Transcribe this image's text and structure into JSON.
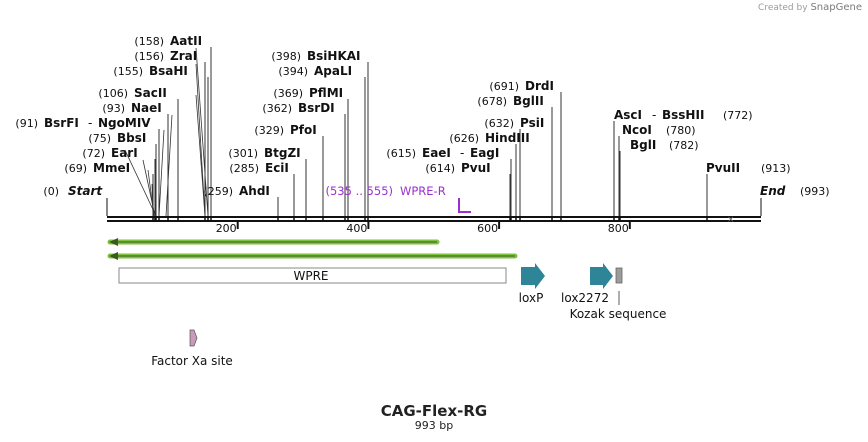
{
  "credit": {
    "prefix": "Created by",
    "brand": "SnapGene"
  },
  "plasmid": {
    "name": "CAG-Flex-RG",
    "length_label": "993 bp",
    "length": 993
  },
  "ends": [
    {
      "pos": "(0)",
      "name": "Start"
    },
    {
      "pos": "(993)",
      "name": "End"
    }
  ],
  "enzymes": [
    {
      "pos": "(158)",
      "name": "AatII"
    },
    {
      "pos": "(156)",
      "name": "ZraI"
    },
    {
      "pos": "(155)",
      "name": "BsaHI"
    },
    {
      "pos": "(106)",
      "name": "SacII"
    },
    {
      "pos": "(93)",
      "name": "NaeI"
    },
    {
      "pos": "(91)",
      "name": "BsrFI",
      "name2": "NgoMIV"
    },
    {
      "pos": "(75)",
      "name": "BbsI"
    },
    {
      "pos": "(72)",
      "name": "EarI"
    },
    {
      "pos": "(69)",
      "name": "MmeI"
    },
    {
      "pos": "(259)",
      "name": "AhdI"
    },
    {
      "pos": "(301)",
      "name": "BtgZI"
    },
    {
      "pos": "(285)",
      "name": "EciI"
    },
    {
      "pos": "(329)",
      "name": "PfoI"
    },
    {
      "pos": "(362)",
      "name": "BsrDI"
    },
    {
      "pos": "(369)",
      "name": "PflMI"
    },
    {
      "pos": "(394)",
      "name": "ApaLI"
    },
    {
      "pos": "(398)",
      "name": "BsiHKAI"
    },
    {
      "pos": "(691)",
      "name": "DrdI"
    },
    {
      "pos": "(678)",
      "name": "BglII"
    },
    {
      "pos": "(632)",
      "name": "PsiI"
    },
    {
      "pos": "(626)",
      "name": "HindIII"
    },
    {
      "pos": "(615)",
      "name": "EaeI",
      "name2": "EagI"
    },
    {
      "pos": "(614)",
      "name": "PvuI"
    },
    {
      "pos": "",
      "name": "AscI",
      "name2": "BssHII",
      "pos_after": "(772)"
    },
    {
      "pos": "",
      "name": "NcoI",
      "pos_after": "(780)"
    },
    {
      "pos": "",
      "name": "BglI",
      "pos_after": "(782)"
    },
    {
      "pos": "",
      "name": "PvuII",
      "pos_after": "(913)"
    }
  ],
  "primer": {
    "range": "(535 .. 555)",
    "name": "WPRE-R",
    "color": "#9b30d0"
  },
  "ruler": {
    "ticks": [
      "200",
      "400",
      "600",
      "800"
    ]
  },
  "features": [
    {
      "name": "WPRE"
    },
    {
      "name": "loxP"
    },
    {
      "name": "lox2272"
    },
    {
      "name": "Kozak sequence"
    },
    {
      "name": "Factor Xa site"
    }
  ],
  "colors": {
    "orf": "#7ec23f",
    "lox": "#2e8597",
    "kozak": "#9c9c9c",
    "factor": "#c99ab9",
    "primer": "#9b30d0"
  }
}
